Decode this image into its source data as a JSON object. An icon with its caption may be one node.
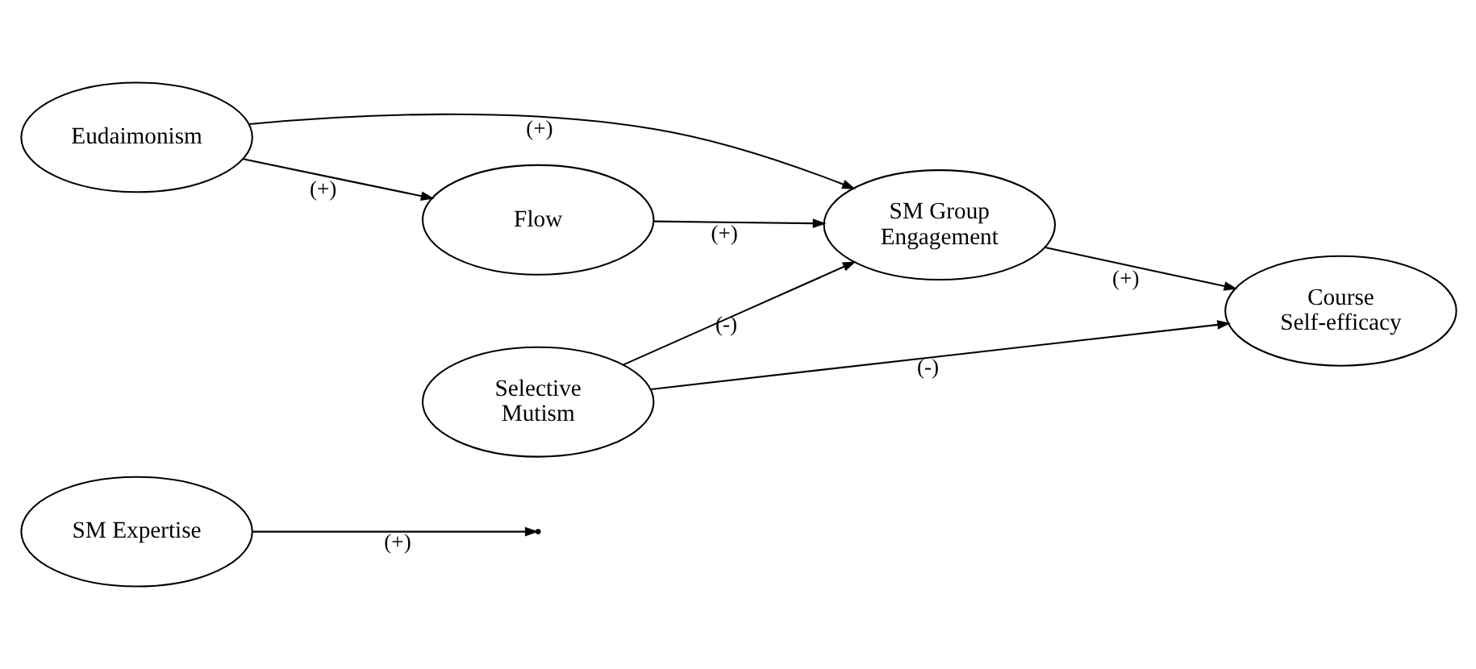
{
  "diagram": {
    "nodes": [
      {
        "text": [
          "SM Expertise"
        ]
      },
      {
        "text": [
          "Eudaimonism"
        ]
      },
      {
        "text": [
          "SM Group Engagement"
        ]
      },
      {
        "text": [
          "Course Self-efficacy"
        ]
      },
      {
        "text": [
          "Flow"
        ]
      },
      {
        "text": [
          "Selective Mutism"
        ]
      }
    ],
    "edges": [
      {
        "from": 0,
        "to": null,
        "arrow": "to",
        "label": "(+)"
      },
      {
        "from": 1,
        "to": 2,
        "arrow": "to",
        "label": "(+)"
      },
      {
        "from": 2,
        "to": 3,
        "arrow": "to",
        "label": "(+)"
      },
      {
        "from": 1,
        "to": 4,
        "arrow": "to",
        "label": "(+)"
      },
      {
        "from": 4,
        "to": 2,
        "arrow": "to",
        "label": "(+)"
      },
      {
        "from": 5,
        "to": 2,
        "arrow": "to",
        "label": "(-)"
      },
      {
        "from": 5,
        "to": 3,
        "arrow": "to",
        "label": "(-)"
      }
    ]
  }
}
